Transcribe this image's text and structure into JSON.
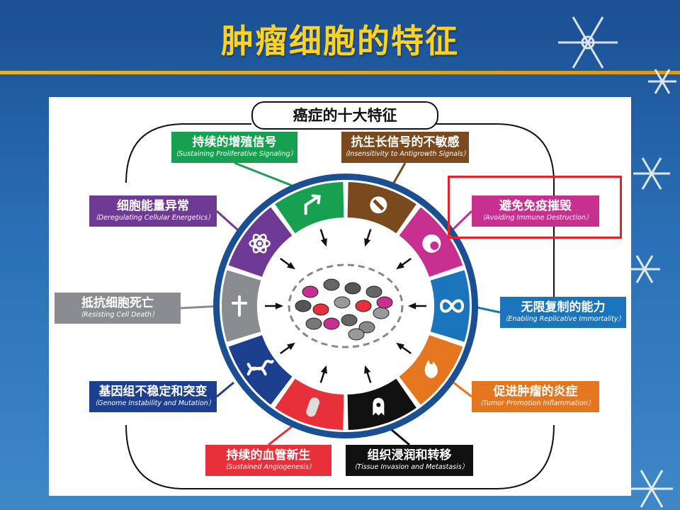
{
  "slide": {
    "title": "肿瘤细胞的特征",
    "frame_title": "癌症的十大特征"
  },
  "hallmarks": [
    {
      "zh": "持续的增殖信号",
      "en": "（Sustaining Proliferative Signaling）",
      "color": "#16a050",
      "icon": "arrow-icon"
    },
    {
      "zh": "抗生长信号的不敏感",
      "en": "（Insensitivity to Antigrowth Signals）",
      "color": "#7a4a1e",
      "icon": "no-entry-icon"
    },
    {
      "zh": "避免免疫摧毁",
      "en": "（Avoiding Immune Destruction）",
      "color": "#c8308f",
      "icon": "immune-cell-icon"
    },
    {
      "zh": "无限复制的能力",
      "en": "（Enabling Replicative Immortality）",
      "color": "#1b75bc",
      "icon": "infinity-icon"
    },
    {
      "zh": "促进肿瘤的炎症",
      "en": "（Tumor Promotion Inflammation）",
      "color": "#e3761e",
      "icon": "flame-icon"
    },
    {
      "zh": "组织浸润和转移",
      "en": "（Tissue Invasion and Metastasis）",
      "color": "#111111",
      "icon": "ghost-cell-icon"
    },
    {
      "zh": "持续的血管新生",
      "en": "（Sustained Angiogenesis）",
      "color": "#e8303a",
      "icon": "vessel-icon"
    },
    {
      "zh": "基因组不稳定和突变",
      "en": "（Genome Instability and Mutation）",
      "color": "#1c3f8f",
      "icon": "dna-icon"
    },
    {
      "zh": "抵抗细胞死亡",
      "en": "（Resisting Cell Death）",
      "color": "#8a8c90",
      "icon": "cross-icon"
    },
    {
      "zh": "细胞能量异常",
      "en": "（Deregulating Cellular Energetics）",
      "color": "#6f3a96",
      "icon": "atom-icon"
    }
  ],
  "colors": {
    "title": "#ffd21f",
    "highlight": "#e8202a",
    "ring_outer": "#1b4f93"
  }
}
